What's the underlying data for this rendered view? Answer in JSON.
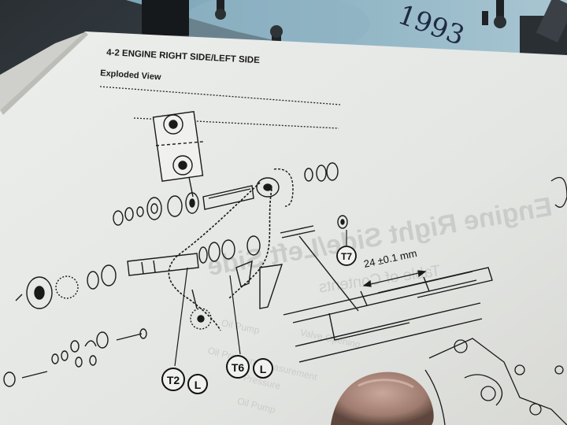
{
  "handwriting": {
    "year": "1993"
  },
  "page": {
    "section_title": "4-2  ENGINE  RIGHT  SIDE/LEFT  SIDE",
    "subtitle": "Exploded View"
  },
  "annotations": {
    "dimension": "24 ±0.1 mm",
    "callouts": [
      {
        "id": "T7",
        "text": "T7"
      },
      {
        "id": "T6",
        "text": "T6"
      },
      {
        "id": "T2",
        "text": "T2"
      },
      {
        "id": "L1",
        "text": "L"
      },
      {
        "id": "L2",
        "text": "L"
      }
    ]
  },
  "bleed_through": {
    "heading": "Engine Right Side/Left Side",
    "subheading": "Table of Contents",
    "lines": [
      "Oil Pump",
      "Oil Pressure Measurement",
      "Oil Pressure",
      "Valve Opening",
      "Oil Pump"
    ]
  }
}
